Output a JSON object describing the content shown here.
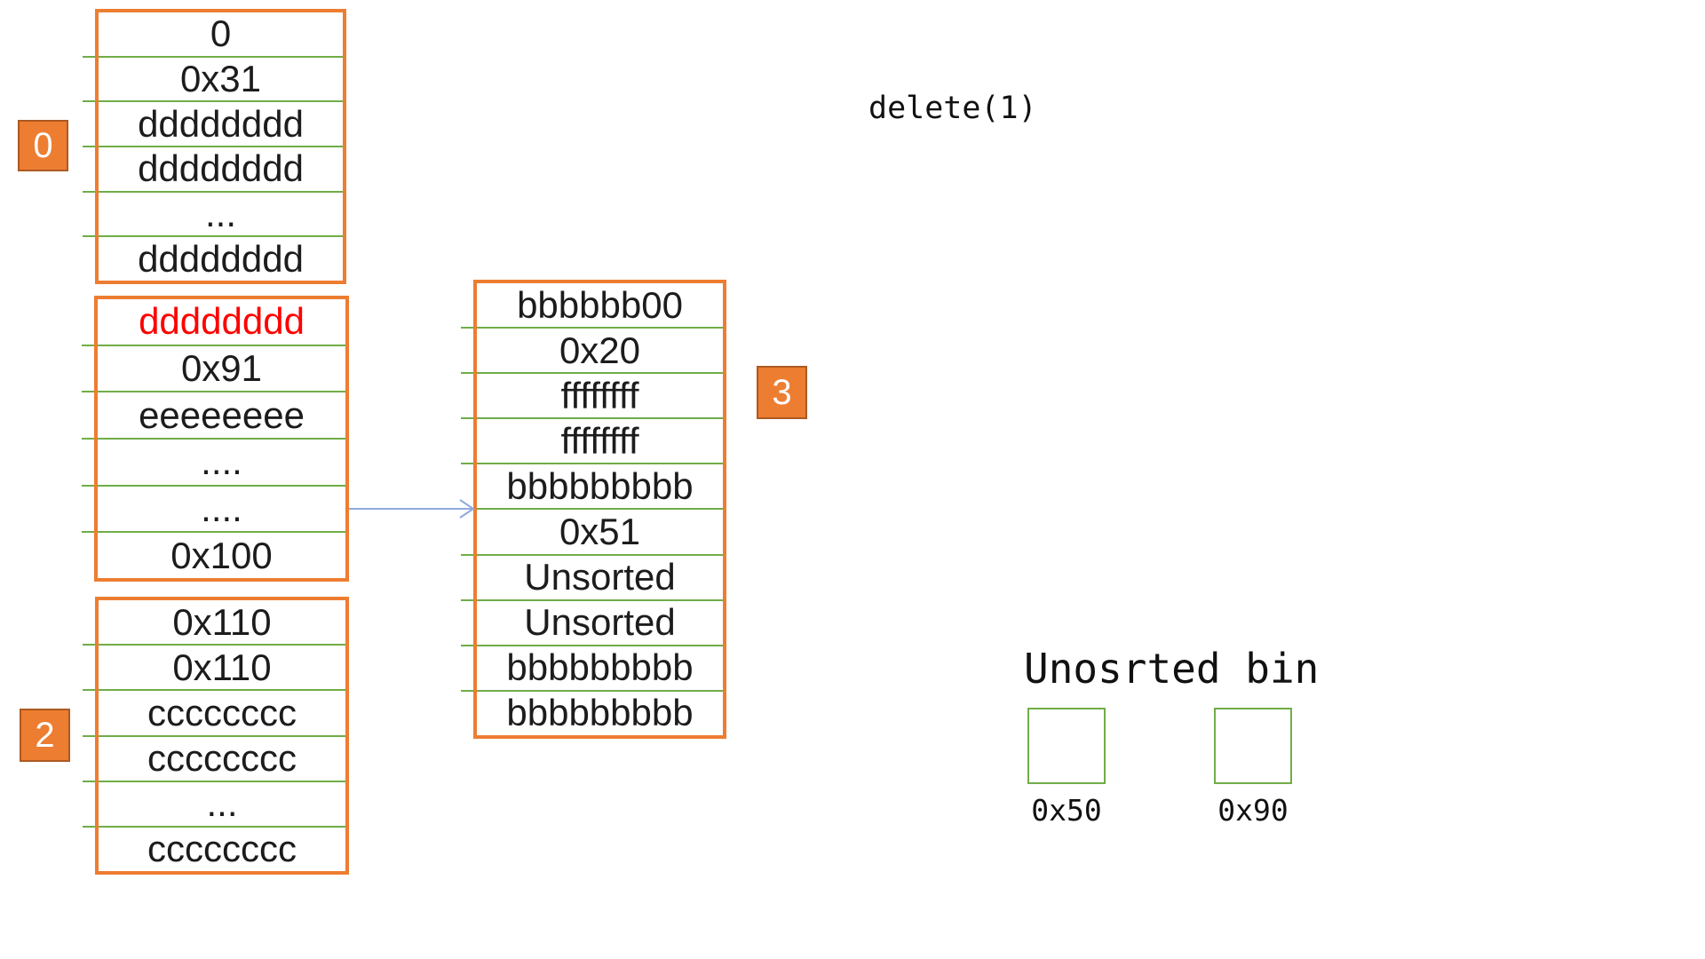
{
  "colors": {
    "chunk-border": "#ED7D31",
    "row-divider": "#70AD47",
    "label-bg": "#ED7D31",
    "label-border": "#AC5A21",
    "label-text": "#FFFFFF",
    "freed-text": "#FF0000",
    "arrow": "#8FAADC",
    "bin-border": "#70AD47",
    "text": "#1C1C1C",
    "background": "#FFFFFF"
  },
  "index_labels": {
    "chunk0": "0",
    "chunk2": "2",
    "chunk3": "3"
  },
  "chunks": {
    "chunk0": {
      "rows": [
        "0",
        "0x31",
        "dddddddd",
        "dddddddd",
        "...",
        "dddddddd"
      ]
    },
    "chunk1": {
      "rows": [
        "dddddddd",
        "0x91",
        "eeeeeeee",
        "....",
        "....",
        "0x100"
      ]
    },
    "chunk2": {
      "rows": [
        "0x110",
        "0x110",
        "cccccccc",
        "cccccccc",
        "...",
        "cccccccc"
      ]
    },
    "chunk3": {
      "rows": [
        "bbbbbb00",
        "0x20",
        "ffffffff",
        "ffffffff",
        "bbbbbbbbb",
        "0x51",
        "Unsorted",
        "Unsorted",
        "bbbbbbbbb",
        "bbbbbbbbb"
      ]
    }
  },
  "annotation": {
    "delete_call": "delete(1)"
  },
  "unsorted_bin": {
    "title": "Unosrted bin",
    "slots": [
      {
        "address": "0x50"
      },
      {
        "address": "0x90"
      }
    ]
  }
}
